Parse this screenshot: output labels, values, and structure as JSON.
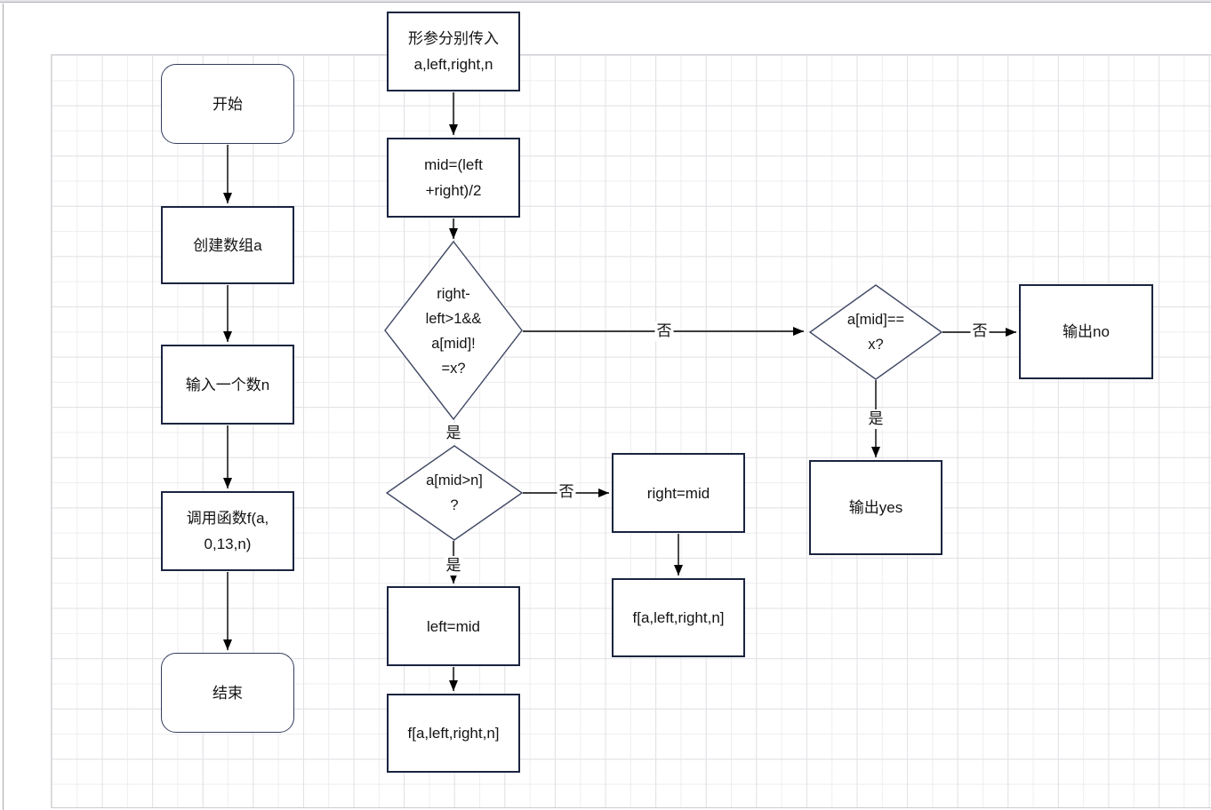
{
  "canvas": {
    "background": "#ffffff",
    "grid_minor_color": "#eeeef1",
    "grid_major_color": "#e2e2e6",
    "box_border_color": "#1b2440",
    "rounded_border_color": "#333d5e",
    "diamond_border_color": "#3f4763",
    "connector_color": "#000000",
    "text_color": "#141414"
  },
  "nodes": {
    "start": "开始",
    "create_array": "创建数组a",
    "input_n": "输入一个数n",
    "call_f": "调用函数f(a,\n0,13,n)",
    "end": "结束",
    "params": "形参分别传入\na,left,right,n",
    "mid_calc": "mid=(left\n+right)/2",
    "cond_loop": "right-\nleft>1&&\na[mid]!\n=x?",
    "cond_mid": "a[mid>n]\n?",
    "left_mid": "left=mid",
    "recurse_left": "f[a,left,right,n]",
    "right_mid": "right=mid",
    "recurse_right": "f[a,left,right,n]",
    "cond_eq": "a[mid]==\nx?",
    "output_no": "输出no",
    "output_yes": "输出yes"
  },
  "edge_labels": {
    "loop_yes": "是",
    "loop_no": "否",
    "mid_yes": "是",
    "mid_no": "否",
    "eq_yes": "是",
    "eq_no": "否"
  }
}
